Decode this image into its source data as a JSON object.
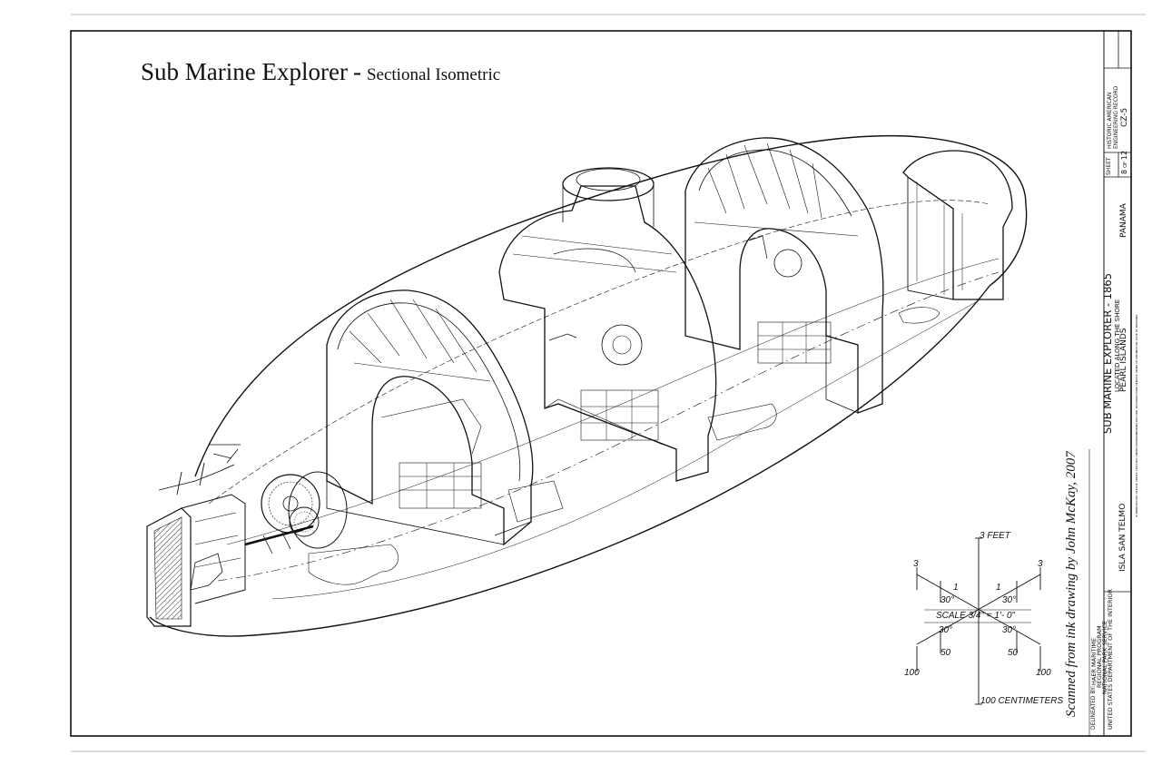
{
  "drawing": {
    "title": "Sub Marine Explorer",
    "title_dash": "-",
    "subtitle": "Sectional Isometric",
    "credit": "Scanned from ink drawing by John McKay, 2007"
  },
  "title_block": {
    "delineated_by_label": "DELINEATED BY:",
    "agency_lines": [
      "HAER MARITIME",
      "REGIONAL PROGRAM",
      "NATIONAL PARK SERVICE",
      "UNITED STATES DEPARTMENT OF THE INTERIOR"
    ],
    "location_left": "ISLA SAN TELMO",
    "project_title": "SUB MARINE EXPLORER - 1865",
    "project_location": "LOCATED ALONG THE SHORE",
    "project_islands": "PEARL ISLANDS",
    "location_right": "PANAMA",
    "sheet_label": "SHEET",
    "sheet_number": "8",
    "sheet_of": "OF",
    "sheet_total": "12",
    "record_line1": "HISTORIC AMERICAN",
    "record_line2": "ENGINEERING RECORD",
    "record_id": "CZ-5",
    "fine_print": "IF REPRODUCED, PLEASE CREDIT: HISTORIC AMERICAN ENGINEERING RECORD, NATIONAL PARK SERVICE, NAME OF DELINEATOR, DATE OF DRAWING"
  },
  "scale_graphic": {
    "top_label": "3 FEET",
    "bottom_label": "100 CENTIMETERS",
    "scale_text": "SCALE 3/4\" = 1'- 0\"",
    "left_top_outer": "3",
    "right_top_outer": "3",
    "left_top_inner": "1",
    "right_top_inner": "1",
    "angle_ul": "30°",
    "angle_ur": "30°",
    "angle_ll": "30°",
    "angle_lr": "30°",
    "left_bottom_inner": "50",
    "right_bottom_inner": "50",
    "left_bottom_outer": "100",
    "right_bottom_outer": "100"
  }
}
